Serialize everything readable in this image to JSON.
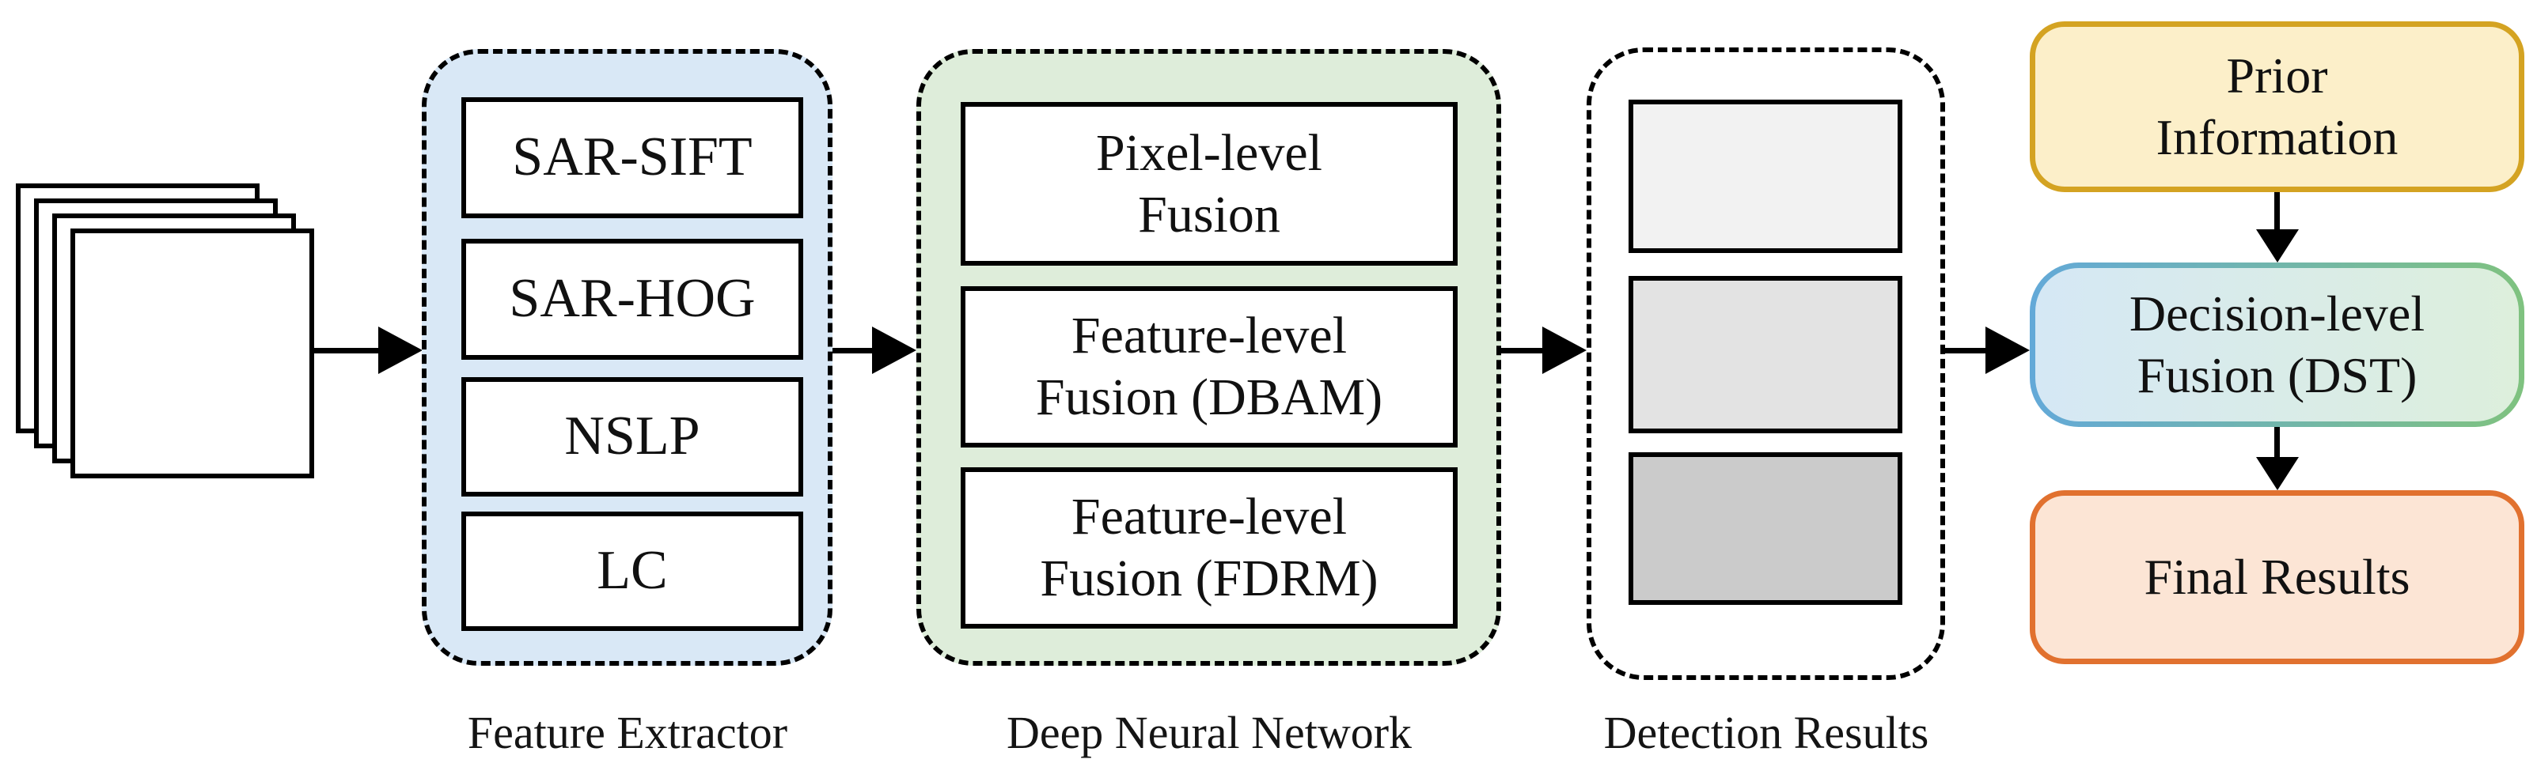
{
  "diagram": {
    "input_stack": {
      "description": "stack of input SAR images",
      "page_count": 4
    },
    "feature_extractor": {
      "label": "Feature Extractor",
      "fill": "#D9E8F6",
      "items": [
        "SAR-SIFT",
        "SAR-HOG",
        "NSLP",
        "LC"
      ]
    },
    "deep_neural_network": {
      "label": "Deep Neural Network",
      "fill": "#DEEDDA",
      "items": [
        {
          "line1": "Pixel-level",
          "line2": "Fusion"
        },
        {
          "line1": "Feature-level",
          "line2": "Fusion (DBAM)"
        },
        {
          "line1": "Feature-level",
          "line2": "Fusion (FDRM)"
        }
      ]
    },
    "detection_results": {
      "label": "Detection Results",
      "boxes": [
        {
          "color": "#F2F2F2"
        },
        {
          "color": "#E3E3E3"
        },
        {
          "color": "#CBCBCB"
        }
      ]
    },
    "prior_information": {
      "line1": "Prior",
      "line2": "Information",
      "fill": "#FCEFC9",
      "border": "#D4A322"
    },
    "decision_fusion": {
      "line1": "Decision-level",
      "line2": "Fusion (DST)",
      "fill_left": "#D5E8F5",
      "fill_right": "#DDEFDC",
      "border_left": "#63A9D8",
      "border_right": "#7FC27F"
    },
    "final_results": {
      "text": "Final Results",
      "fill": "#FCE5D5",
      "border": "#E1712F"
    }
  }
}
